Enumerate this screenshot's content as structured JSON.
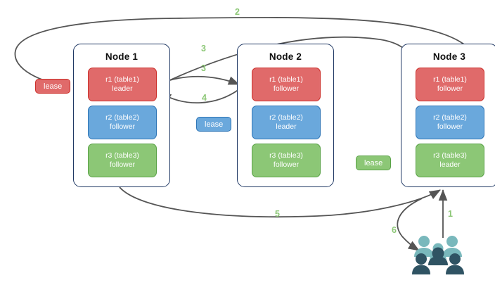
{
  "diagram": {
    "title": "raft-lease-placement-diagram",
    "colors": {
      "red_fill": "#e06a6a",
      "red_border": "#cc2f2a",
      "blue_fill": "#6aa8dc",
      "blue_border": "#2e75b6",
      "green_fill": "#8cc776",
      "green_border": "#5aa247",
      "node_border": "#1f3864",
      "arrow": "#555555",
      "step_label": "#8cc776",
      "people_light": "#79b8bc",
      "people_dark": "#2f5363"
    }
  },
  "nodes": [
    {
      "title": "Node 1",
      "replicas": [
        {
          "name": "r1 (table1)",
          "role": "leader",
          "color": "red"
        },
        {
          "name": "r2 (table2)",
          "role": "follower",
          "color": "blue"
        },
        {
          "name": "r3 (table3)",
          "role": "follower",
          "color": "green"
        }
      ]
    },
    {
      "title": "Node 2",
      "replicas": [
        {
          "name": "r1 (table1)",
          "role": "follower",
          "color": "red"
        },
        {
          "name": "r2 (table2)",
          "role": "leader",
          "color": "blue"
        },
        {
          "name": "r3 (table3)",
          "role": "follower",
          "color": "green"
        }
      ]
    },
    {
      "title": "Node 3",
      "replicas": [
        {
          "name": "r1 (table1)",
          "role": "follower",
          "color": "red"
        },
        {
          "name": "r2 (table2)",
          "role": "follower",
          "color": "blue"
        },
        {
          "name": "r3 (table3)",
          "role": "leader",
          "color": "green"
        }
      ]
    }
  ],
  "leases": [
    {
      "label": "lease",
      "color": "red"
    },
    {
      "label": "lease",
      "color": "blue"
    },
    {
      "label": "lease",
      "color": "green"
    }
  ],
  "steps": [
    {
      "label": "1"
    },
    {
      "label": "2"
    },
    {
      "label": "3"
    },
    {
      "label": "3"
    },
    {
      "label": "4"
    },
    {
      "label": "5"
    },
    {
      "label": "6"
    }
  ],
  "actor": {
    "name": "users-group-icon"
  }
}
